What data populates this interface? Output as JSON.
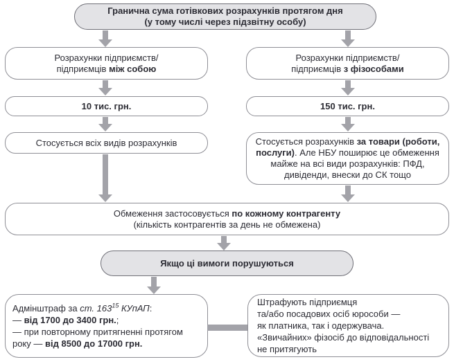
{
  "palette": {
    "box_border": "#8e8e95",
    "pill_fill": "#e3e3e6",
    "pill_border": "#6f6f77",
    "arrow": "#a3a3a9",
    "text": "#2b2b33",
    "box_fill": "#ffffff"
  },
  "nodes": {
    "top_limit": {
      "runs": [
        {
          "t": "Гранична сума готівкових розрахунків протягом дня",
          "b": true
        },
        {
          "br": true
        },
        {
          "t": "(у тому числі через підзвітну особу)",
          "b": true
        }
      ]
    },
    "left_type": {
      "runs": [
        {
          "t": "Розрахунки підприємств/"
        },
        {
          "br": true
        },
        {
          "t": "підприємців "
        },
        {
          "t": "між собою",
          "b": true
        }
      ]
    },
    "right_type": {
      "runs": [
        {
          "t": "Розрахунки підприємств/"
        },
        {
          "br": true
        },
        {
          "t": "підприємців "
        },
        {
          "t": "з фізособами",
          "b": true
        }
      ]
    },
    "left_amount": {
      "runs": [
        {
          "t": "10 тис. грн.",
          "b": true
        }
      ]
    },
    "right_amount": {
      "runs": [
        {
          "t": "150 тис. грн.",
          "b": true
        }
      ]
    },
    "left_scope": {
      "runs": [
        {
          "t": "Стосується всіх видів розрахунків"
        }
      ]
    },
    "right_scope": {
      "runs": [
        {
          "t": "Стосується розрахунків "
        },
        {
          "t": "за товари (роботи, послуги)",
          "b": true
        },
        {
          "t": ". Але НБУ поширює це обмеження майже на всі види розрахунків: ПФД, дивіденди, внески до СК тощо"
        }
      ]
    },
    "per_counterparty": {
      "runs": [
        {
          "t": "Обмеження застосовується "
        },
        {
          "t": "по кожному контрагенту",
          "b": true
        },
        {
          "br": true
        },
        {
          "t": "(кількість контрагентів за день не обмежена)"
        }
      ]
    },
    "violation": {
      "runs": [
        {
          "t": "Якщо ці вимоги порушуються",
          "b": true
        }
      ]
    },
    "fine_admin": {
      "runs": [
        {
          "t": "Адмінштраф за "
        },
        {
          "t": "ст. 163",
          "i": true
        },
        {
          "t": "15",
          "i": true,
          "sup": true
        },
        {
          "t": " КУпАП",
          "i": true
        },
        {
          "t": ":"
        },
        {
          "br": true
        },
        {
          "t": "—  "
        },
        {
          "t": "від 1700 до 3400 грн.",
          "b": true
        },
        {
          "t": ";"
        },
        {
          "br": true
        },
        {
          "t": "—  при повторному притягненні протягом"
        },
        {
          "br": true
        },
        {
          "t": "року — "
        },
        {
          "t": "від 8500 до 17000 грн.",
          "b": true
        }
      ]
    },
    "fine_who": {
      "runs": [
        {
          "t": "Штрафують підприємця"
        },
        {
          "br": true
        },
        {
          "t": "та/або посадових осіб юрособи —"
        },
        {
          "br": true
        },
        {
          "t": "як платника, так і одержувача."
        },
        {
          "br": true
        },
        {
          "t": "«Звичайних» фізосіб до відповідальності"
        },
        {
          "br": true
        },
        {
          "t": "не притягують"
        }
      ]
    }
  }
}
